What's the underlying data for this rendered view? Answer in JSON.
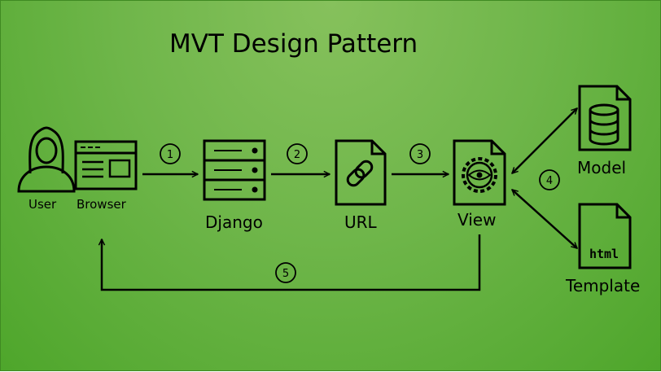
{
  "title": "MVT Design Pattern",
  "nodes": {
    "user": "User",
    "browser": "Browser",
    "django": "Django",
    "url": "URL",
    "view": "View",
    "model": "Model",
    "template": "Template"
  },
  "template_icon_text": "html",
  "steps": [
    "1",
    "2",
    "3",
    "4",
    "5"
  ],
  "colors": {
    "background": "#6fb64a",
    "line": "#000000"
  }
}
